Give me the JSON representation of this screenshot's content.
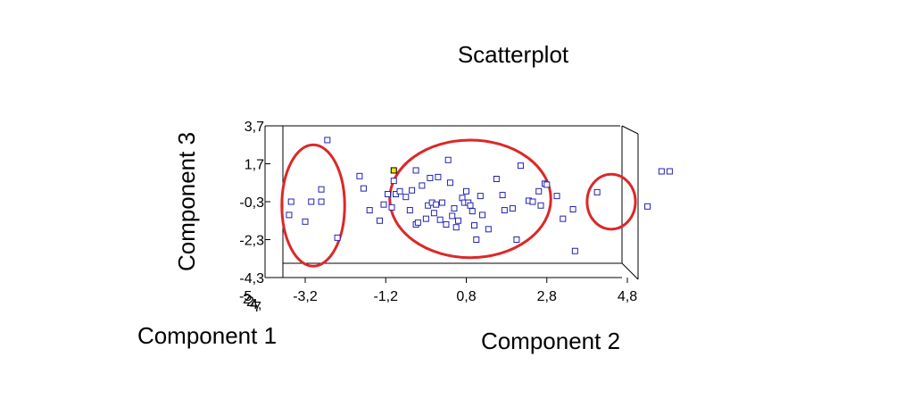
{
  "chart_data": {
    "type": "scatter",
    "title": "Scatterplot",
    "x_axis": {
      "label": "Component 2",
      "range": [
        -4.1,
        4.8
      ],
      "ticks": [
        "-3,2",
        "-1,2",
        "0,8",
        "2,8",
        "4,8"
      ],
      "tick_values": [
        -3.2,
        -1.2,
        0.8,
        2.8,
        4.8
      ]
    },
    "z_axis": {
      "label": "Component 3",
      "range": [
        -4.3,
        3.7
      ],
      "ticks": [
        "3,7",
        "1,7",
        "-0,3",
        "-2,3",
        "-4,3"
      ],
      "tick_values": [
        3.7,
        1.7,
        -0.3,
        -2.3,
        -4.3
      ]
    },
    "depth_axis": {
      "label": "Component 1",
      "ticks": [
        "-5,",
        "2,",
        "2,",
        "4,",
        "7"
      ]
    },
    "grid": false,
    "marker_color": "#2323b4",
    "highlight_color": "#f0e600",
    "outline_color": "#dc2828",
    "points": [
      {
        "x": -3.55,
        "y": -0.3
      },
      {
        "x": -3.6,
        "y": -1.0
      },
      {
        "x": -3.2,
        "y": -1.35
      },
      {
        "x": -3.05,
        "y": -0.3
      },
      {
        "x": -2.8,
        "y": -0.3
      },
      {
        "x": -2.8,
        "y": 0.35
      },
      {
        "x": -2.65,
        "y": 2.95
      },
      {
        "x": -2.4,
        "y": -2.2
      },
      {
        "x": -1.85,
        "y": 1.05
      },
      {
        "x": -1.75,
        "y": 0.4
      },
      {
        "x": -1.6,
        "y": -0.75
      },
      {
        "x": -1.35,
        "y": -1.3
      },
      {
        "x": -1.25,
        "y": -0.45
      },
      {
        "x": -1.15,
        "y": 0.1
      },
      {
        "x": -1.05,
        "y": -0.6
      },
      {
        "x": -1.0,
        "y": 0.8
      },
      {
        "x": -0.95,
        "y": 0.1
      },
      {
        "x": -0.85,
        "y": 0.25
      },
      {
        "x": -0.7,
        "y": -0.05
      },
      {
        "x": -0.6,
        "y": -0.75
      },
      {
        "x": -0.55,
        "y": 0.3
      },
      {
        "x": -0.45,
        "y": 1.35
      },
      {
        "x": -0.45,
        "y": -1.5
      },
      {
        "x": -0.4,
        "y": -1.4
      },
      {
        "x": -0.3,
        "y": 0.55
      },
      {
        "x": -0.2,
        "y": -1.2
      },
      {
        "x": -0.15,
        "y": -0.5
      },
      {
        "x": -0.1,
        "y": 0.95
      },
      {
        "x": -0.05,
        "y": -0.35
      },
      {
        "x": 0.0,
        "y": -0.9
      },
      {
        "x": 0.05,
        "y": -0.45
      },
      {
        "x": 0.1,
        "y": 1.0
      },
      {
        "x": 0.15,
        "y": -1.25
      },
      {
        "x": 0.2,
        "y": -0.35
      },
      {
        "x": 0.3,
        "y": -1.5
      },
      {
        "x": 0.35,
        "y": 1.9
      },
      {
        "x": 0.4,
        "y": 0.7
      },
      {
        "x": 0.45,
        "y": -1.05
      },
      {
        "x": 0.5,
        "y": -0.65
      },
      {
        "x": 0.55,
        "y": -1.65
      },
      {
        "x": 0.6,
        "y": -1.3
      },
      {
        "x": 0.7,
        "y": -0.1
      },
      {
        "x": 0.75,
        "y": -0.35
      },
      {
        "x": 0.8,
        "y": 0.25
      },
      {
        "x": 0.85,
        "y": -0.35
      },
      {
        "x": 0.9,
        "y": -0.5
      },
      {
        "x": 0.95,
        "y": -0.8
      },
      {
        "x": 1.0,
        "y": -1.55
      },
      {
        "x": 1.05,
        "y": -2.3
      },
      {
        "x": 1.15,
        "y": 0.0
      },
      {
        "x": 1.2,
        "y": -1.0
      },
      {
        "x": 1.35,
        "y": -1.75
      },
      {
        "x": 1.55,
        "y": 0.9
      },
      {
        "x": 1.7,
        "y": 0.05
      },
      {
        "x": 1.75,
        "y": -0.75
      },
      {
        "x": 1.95,
        "y": -0.65
      },
      {
        "x": 2.05,
        "y": -2.3
      },
      {
        "x": 2.15,
        "y": 1.6
      },
      {
        "x": 2.35,
        "y": -0.25
      },
      {
        "x": 2.45,
        "y": -0.3
      },
      {
        "x": 2.6,
        "y": 0.25
      },
      {
        "x": 2.65,
        "y": -0.5
      },
      {
        "x": 2.75,
        "y": 0.65
      },
      {
        "x": 2.8,
        "y": 0.6
      },
      {
        "x": 3.05,
        "y": 0.0
      },
      {
        "x": 3.2,
        "y": -1.2
      },
      {
        "x": 3.45,
        "y": -0.7
      },
      {
        "x": 3.5,
        "y": -2.9
      },
      {
        "x": 4.05,
        "y": 0.2
      },
      {
        "x": 5.3,
        "y": -0.55
      },
      {
        "x": 5.65,
        "y": 1.3
      },
      {
        "x": 5.85,
        "y": 1.3
      }
    ],
    "highlight_point": {
      "x": -1.0,
      "y": 1.35
    },
    "clusters": [
      {
        "cx": -3.0,
        "cy": -0.5,
        "rx": 0.78,
        "ry": 3.2
      },
      {
        "cx": 0.9,
        "cy": -0.15,
        "rx": 2.0,
        "ry": 3.1
      },
      {
        "cx": 4.4,
        "cy": -0.3,
        "rx": 0.6,
        "ry": 1.45
      }
    ]
  }
}
